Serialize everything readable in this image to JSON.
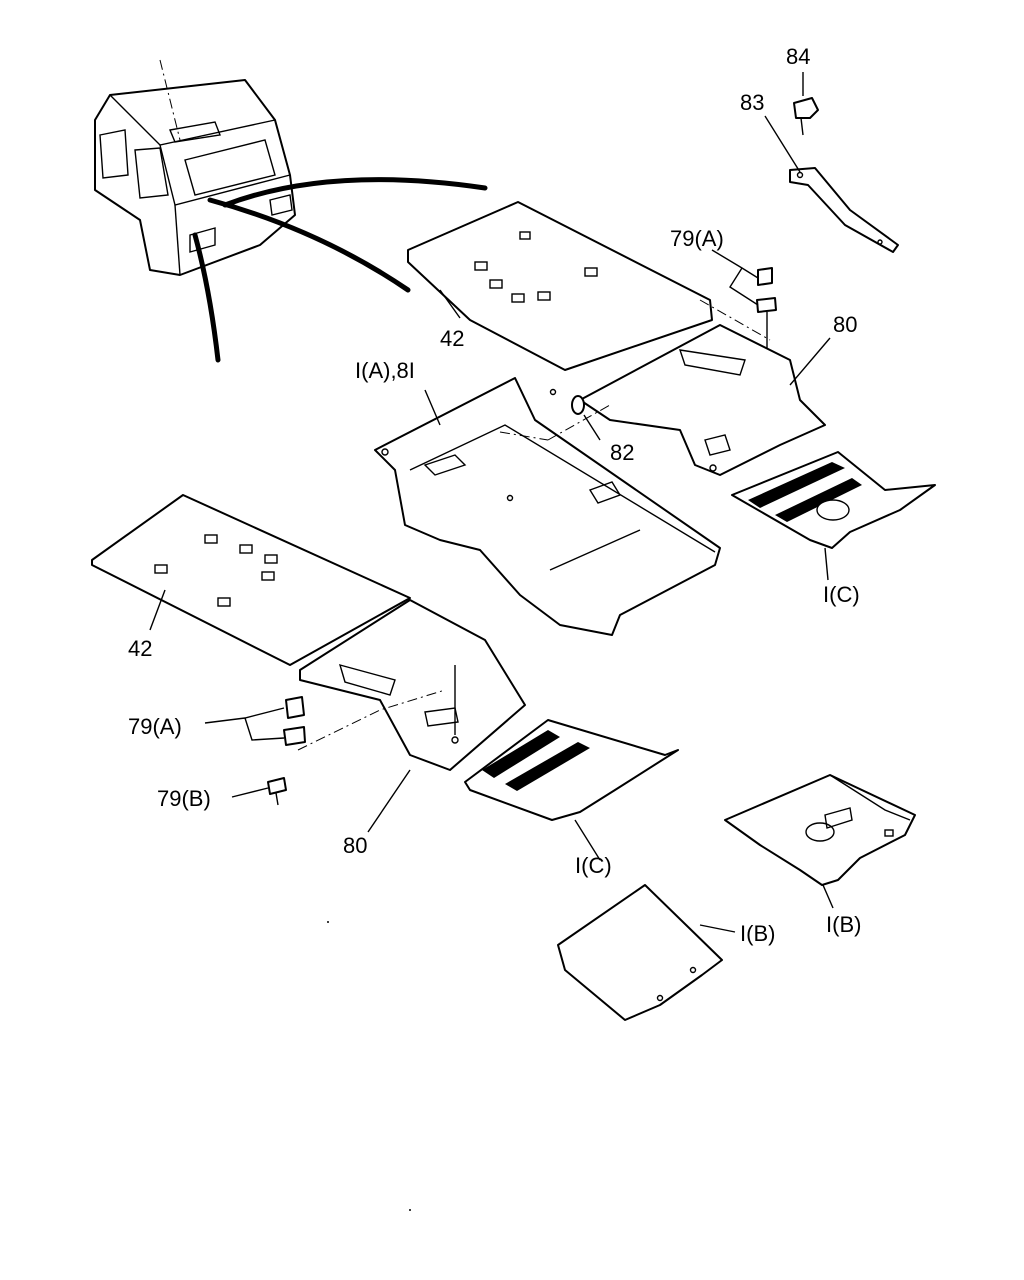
{
  "callouts": {
    "c84": "84",
    "c83": "83",
    "c79a_top": "79(A)",
    "c80_top": "80",
    "c42_top": "42",
    "c1a81": "I(A),8I",
    "c82": "82",
    "c1c_right": "I(C)",
    "c42_left": "42",
    "c79a_left": "79(A)",
    "c79b": "79(B)",
    "c80_bottom": "80",
    "c1c_bottom": "I(C)",
    "c1b_right": "I(B)",
    "c1b_center": "I(B)"
  }
}
